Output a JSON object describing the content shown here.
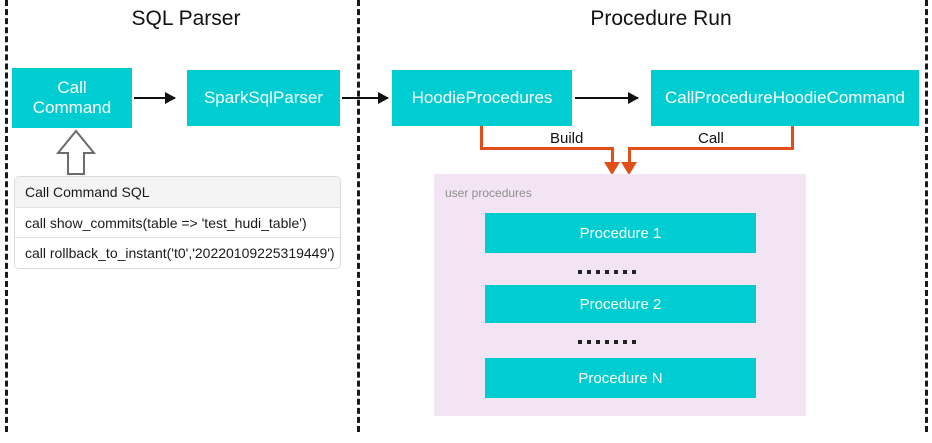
{
  "diagram": {
    "sections": [
      {
        "id": "sql-parser",
        "title": "SQL Parser"
      },
      {
        "id": "procedure-run",
        "title": "Procedure Run"
      }
    ],
    "nodes": [
      {
        "id": "call-command",
        "label": "Call\nCommand",
        "line1": "Call",
        "line2": "Command"
      },
      {
        "id": "spark-sql-parser",
        "label": "SparkSqlParser"
      },
      {
        "id": "hoodie-procedures",
        "label": "HoodieProcedures"
      },
      {
        "id": "call-procedure-hoodie-command",
        "label": "CallProcedureHoodieCommand"
      }
    ],
    "edge_labels": {
      "build": "Build",
      "call": "Call"
    },
    "sql_table": {
      "header": "Call Command SQL",
      "rows": [
        "call show_commits(table => 'test_hudi_table')",
        "call rollback_to_instant('t0','20220109225319449')"
      ]
    },
    "user_procedures": {
      "label": "user procedures",
      "items": [
        "Procedure 1",
        "Procedure 2",
        "Procedure N"
      ]
    },
    "colors": {
      "node_fill": "#00CDD2",
      "node_text": "#FFFFFF",
      "panel_fill": "#F2E4F3",
      "connector_orange": "#E14E18",
      "divider": "#1A1A1A",
      "table_border": "#DCDCDC",
      "table_header_fill": "#F4F4F4"
    }
  }
}
